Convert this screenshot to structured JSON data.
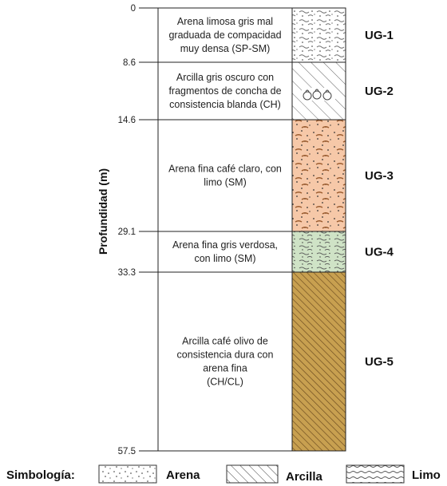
{
  "axis_label": "Profundidad (m)",
  "layers": [
    {
      "id": "UG-1",
      "top": 0,
      "bottom": 8.6,
      "top_label": "0",
      "desc": [
        "Arena limosa gris mal",
        "graduada de compacidad",
        "muy densa (SP-SM)"
      ],
      "fill": "#ffffff",
      "pattern": "pat-ug1"
    },
    {
      "id": "UG-2",
      "top": 8.6,
      "bottom": 14.6,
      "top_label": "8.6",
      "desc": [
        "Arcilla gris oscuro con",
        "fragmentos de concha de",
        "consistencia blanda (CH)"
      ],
      "fill": "#ffffff",
      "pattern": "pat-ug2"
    },
    {
      "id": "UG-3",
      "top": 14.6,
      "bottom": 29.1,
      "top_label": "14.6",
      "desc": [
        "Arena fina café claro, con",
        "limo (SM)"
      ],
      "fill": "#f6c8a8",
      "pattern": "pat-ug3"
    },
    {
      "id": "UG-4",
      "top": 29.1,
      "bottom": 33.3,
      "top_label": "29.1",
      "desc": [
        "Arena fina gris verdosa,",
        "con limo (SM)"
      ],
      "fill": "#cfe3c6",
      "pattern": "pat-ug4"
    },
    {
      "id": "UG-5",
      "top": 33.3,
      "bottom": 57.5,
      "top_label": "33.3",
      "desc": [
        "Arcilla café olivo de",
        "consistencia dura con",
        "arena fina",
        "(CH/CL)"
      ],
      "fill": "#c8a050",
      "pattern": "pat-ug5"
    }
  ],
  "max_depth": 57.5,
  "bottom_label": "57.5",
  "legend": {
    "title": "Simbología:",
    "items": [
      {
        "label": "Arena",
        "pattern": "pat-arena"
      },
      {
        "label": "Arcilla",
        "pattern": "pat-arcilla"
      },
      {
        "label": "Limo",
        "pattern": "pat-limo"
      }
    ]
  }
}
